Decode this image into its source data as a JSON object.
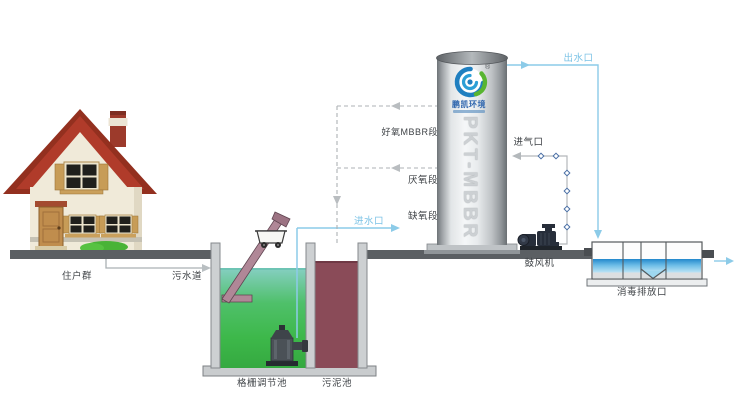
{
  "house": {
    "label": "住户群"
  },
  "pipes": {
    "sewage_label": "污水道",
    "inlet_label": "进水口",
    "outlet_label": "出水口",
    "air_inlet_label": "进气口"
  },
  "pretreatment": {
    "screen_tank_label": "格栅调节池",
    "sludge_tank_label": "污泥池"
  },
  "reactor": {
    "model": "PKT-MBBR",
    "brand": "鹏凯环境",
    "registered": "®",
    "sections": [
      {
        "label": "好氧MBBR段"
      },
      {
        "label": "厌氧段"
      },
      {
        "label": "缺氧段"
      }
    ]
  },
  "equipment": {
    "blower_label": "鼓风机"
  },
  "discharge": {
    "label": "消毒排放口"
  },
  "colors": {
    "flow_line_blue": "#8ccbe8",
    "dashed_gray": "#aeb2b5",
    "ground_gray": "#5b5f63",
    "roof_red": "#a83527",
    "tank_water_green": "#3db84a",
    "tank_water_teal": "#7fcdc0",
    "sludge_maroon": "#8a4b58",
    "screen_mauve": "#b08797",
    "logo_blue": "#1f7fc0",
    "logo_green": "#58b531",
    "disinfect_water_blue": "#2288cc",
    "metal_light": "#f5f7f8",
    "metal_dark": "#6e7377"
  }
}
